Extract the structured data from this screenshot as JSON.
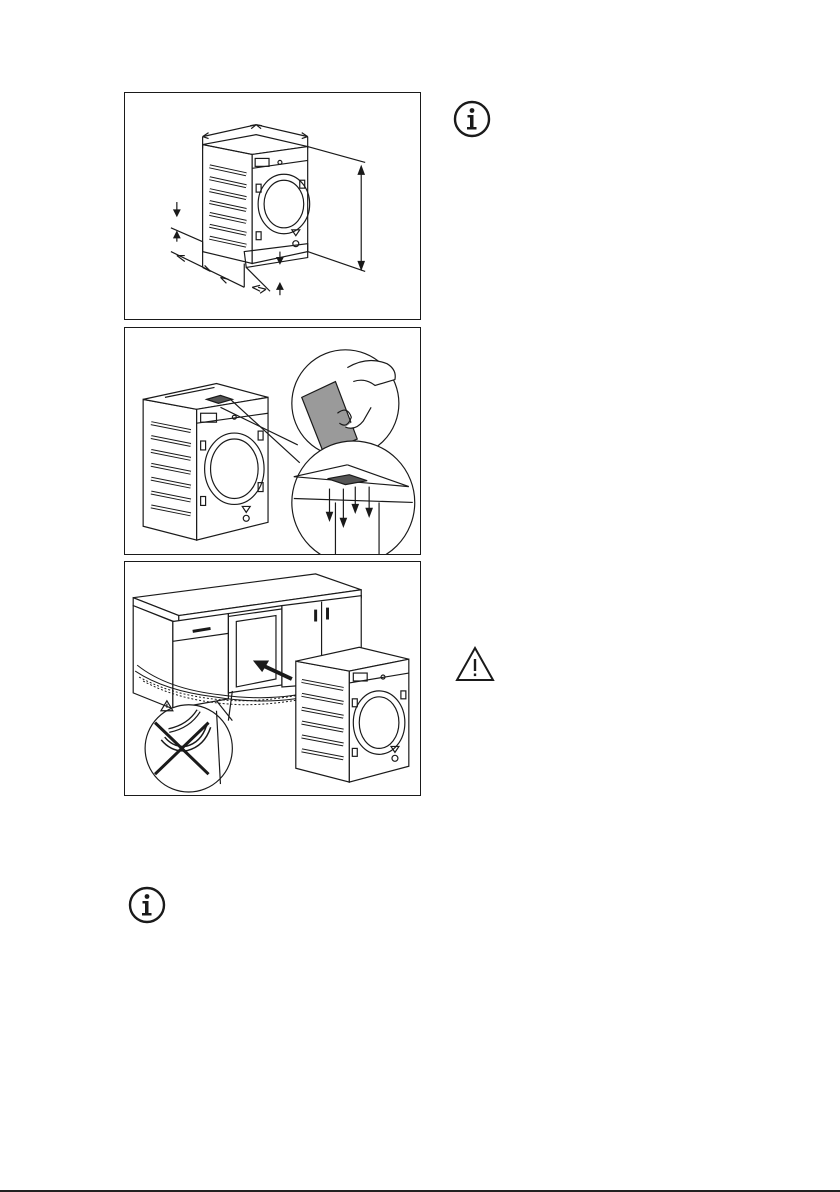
{
  "document": {
    "figures": [
      {
        "name": "niche-dimensions",
        "icon": "washing-machine-dimensions-illustration"
      },
      {
        "name": "vapour-barrier-foil",
        "icon": "adhesive-foil-application-illustration"
      },
      {
        "name": "push-into-cabinet",
        "icon": "push-machine-into-cabinet-illustration"
      }
    ],
    "notes": [
      {
        "type": "info",
        "icon": "info-icon"
      },
      {
        "type": "warning",
        "icon": "warning-icon"
      },
      {
        "type": "info",
        "icon": "info-icon"
      }
    ],
    "colors": {
      "line": "#1a1a1a",
      "foil": "#9a9a9a"
    }
  }
}
